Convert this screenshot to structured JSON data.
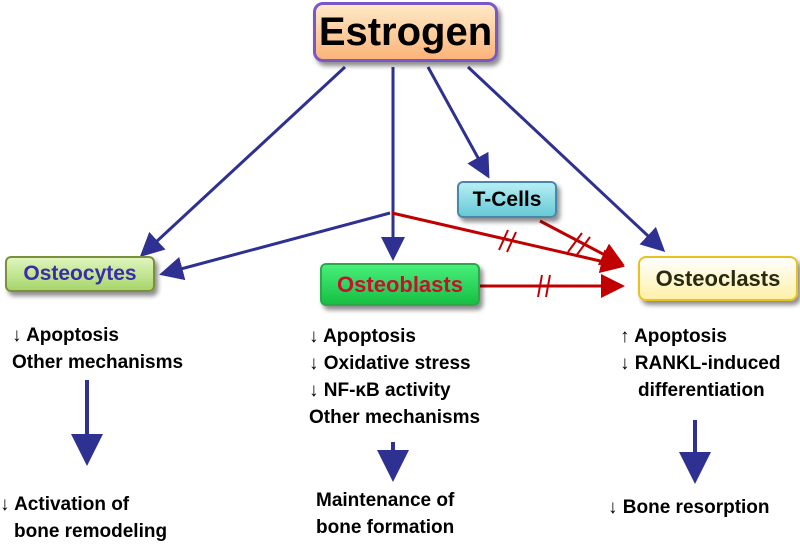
{
  "nodes": {
    "estrogen": "Estrogen",
    "tcells": "T-Cells",
    "osteocytes": "Osteocytes",
    "osteoblasts": "Osteoblasts",
    "osteoclasts": "Osteoclasts"
  },
  "effects": {
    "osteocytes": [
      "↓ Apoptosis",
      "Other mechanisms"
    ],
    "osteoblasts": [
      "↓ Apoptosis",
      "↓ Oxidative stress",
      "↓ NF-κB activity",
      "Other mechanisms"
    ],
    "osteoclasts": [
      "↑ Apoptosis",
      "↓ RANKL-induced",
      "differentiation"
    ]
  },
  "outcomes": {
    "osteocytes": [
      "↓ Activation of",
      "bone remodeling"
    ],
    "osteoblasts": [
      "Maintenance of",
      "bone formation"
    ],
    "osteoclasts": [
      "↓ Bone resorption"
    ]
  },
  "colors": {
    "stimulatory_arrow": "#2e3192",
    "inhibitory_arrow": "#c00000"
  }
}
